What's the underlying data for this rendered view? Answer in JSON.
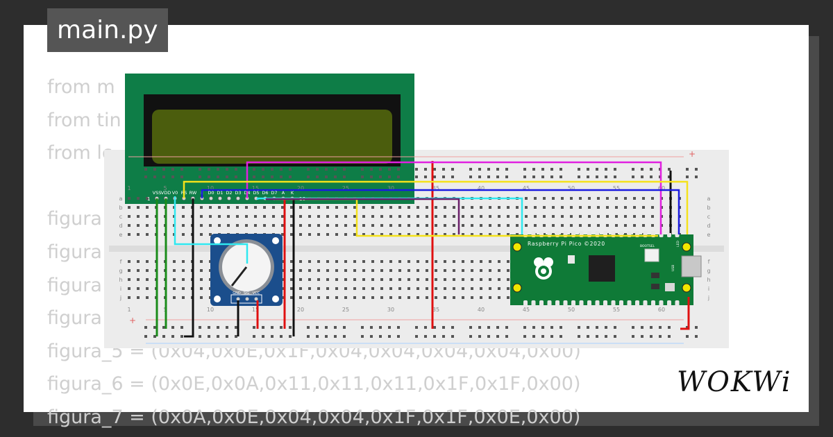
{
  "file_tab": {
    "label": "main.py"
  },
  "code_lines": [
    "from m",
    "from tin",
    "from lc",
    "",
    "figura",
    "figura",
    "figura",
    "figura",
    "figura_5 = (0x04,0x0E,0x1F,0x04,0x04,0x04,0x04,0x00)",
    "figura_6 = (0x0E,0x0A,0x11,0x11,0x11,0x1F,0x1F,0x00)",
    "figura_7 = (0x0A,0x0E,0x04,0x04,0x1F,0x1F,0x0E,0x00)"
  ],
  "breadboard": {
    "row_labels_top": [
      "a",
      "b",
      "c",
      "d",
      "e"
    ],
    "row_labels_bottom": [
      "f",
      "g",
      "h",
      "i",
      "j"
    ],
    "column_numbers": [
      "1",
      "5",
      "10",
      "15",
      "20",
      "25",
      "30",
      "35",
      "40",
      "45",
      "50",
      "55",
      "60"
    ]
  },
  "lcd": {
    "pin_labels": [
      "VSS",
      "VDD",
      "V0",
      "RS",
      "RW",
      "E",
      "D0",
      "D1",
      "D2",
      "D3",
      "D4",
      "D5",
      "D6",
      "D7",
      "A",
      "K"
    ],
    "pin_first": "1",
    "pin_last": "16"
  },
  "pot": {
    "pin_labels": [
      "GND",
      "SIG",
      "VCC"
    ]
  },
  "pico": {
    "title": "Raspberry Pi Pico ©2020",
    "bootsel": "BOOTSEL",
    "usb": "USB",
    "led": "LED"
  },
  "brand": {
    "logo": "WOKWi"
  },
  "wire_colors": {
    "green": "#1a8c1a",
    "black": "#111111",
    "red": "#e01010",
    "cyan": "#2fe8f0",
    "magenta": "#e020e0",
    "yellow": "#f5e21a",
    "blue": "#1a1ae0",
    "purple": "#6a1f6a"
  }
}
